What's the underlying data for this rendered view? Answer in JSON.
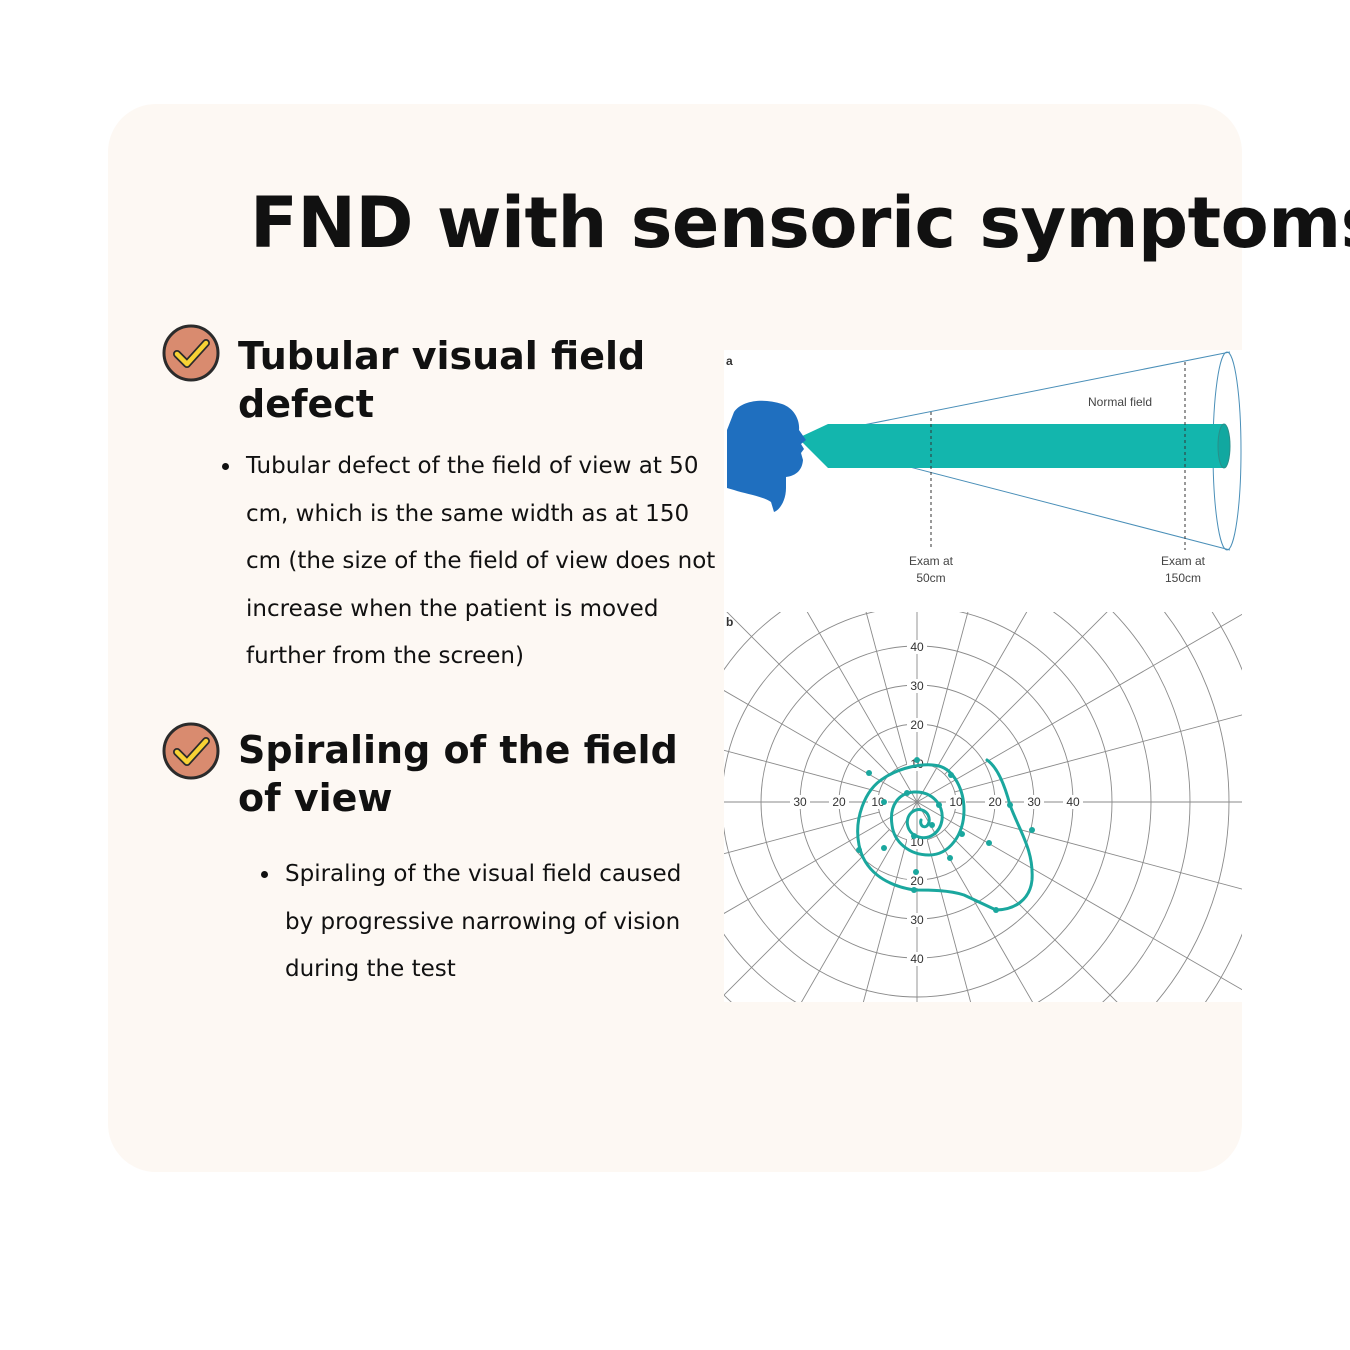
{
  "title": "FND with sensoric symptoms",
  "sections": [
    {
      "heading": "Tubular visual field defect",
      "bullet": "Tubular defect of the field of view at 50 cm, which is the same width as at 150 cm (the size of the field of view does not increase when the patient is moved further from the screen)"
    },
    {
      "heading": "Spiraling of the field of view",
      "bullet": "Spiraling of the visual field caused by progressive narrowing of vision during the test"
    }
  ],
  "figure": {
    "panel_a": {
      "letter": "a",
      "normal_field_label": "Normal field",
      "exam_50_line1": "Exam at",
      "exam_50_line2": "50cm",
      "exam_150_line1": "Exam at",
      "exam_150_line2": "150cm"
    },
    "panel_b": {
      "letter": "b",
      "radial_labels": [
        "10",
        "20",
        "30",
        "40"
      ]
    }
  },
  "colors": {
    "card_background": "#fdf8f3",
    "check_fill": "#d98b6f",
    "check_mark": "#f7d234",
    "head_blue": "#1f6fbf",
    "tube_teal": "#13b6ad",
    "spiral_teal": "#1aa79e"
  },
  "icons": {
    "checklist": "checkmark-circle-icon"
  }
}
